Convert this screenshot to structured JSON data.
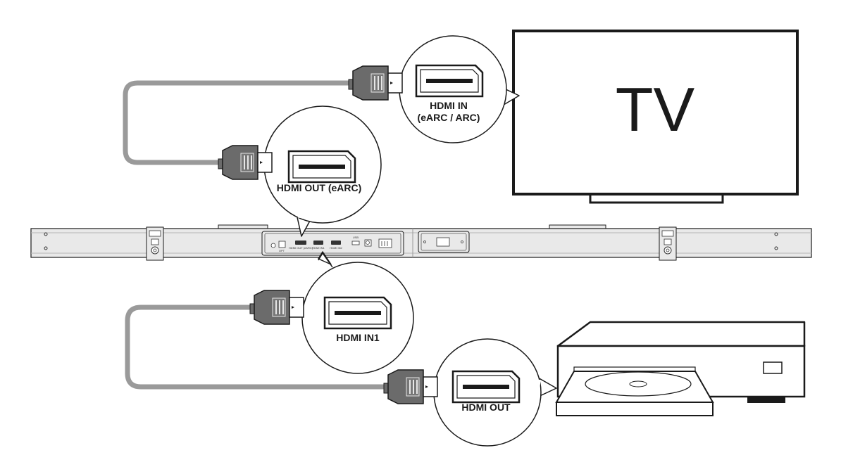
{
  "tv": {
    "label": "TV",
    "port_label_line1": "HDMI IN",
    "port_label_line2": "(eARC / ARC)"
  },
  "soundbar": {
    "out_port_label": "HDMI OUT (eARC)",
    "in_port_label": "HDMI IN1",
    "panel_labels": [
      "OPT",
      "HDMI OUT (eARC)",
      "HDMI IN1",
      "HDMI IN2",
      "USB"
    ]
  },
  "player": {
    "port_label": "HDMI OUT"
  },
  "colors": {
    "cable": "#9a9a9a",
    "connector_dark": "#6b6b6b",
    "outline": "#1a1a1a",
    "soundbar_fill": "#e9e9e9"
  }
}
